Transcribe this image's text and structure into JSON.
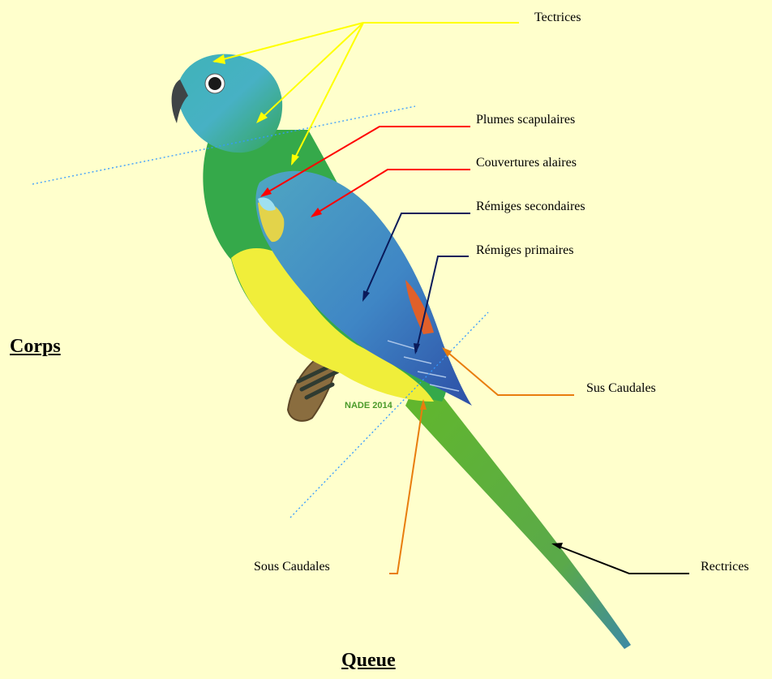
{
  "labels": {
    "tectrices": "Tectrices",
    "scapulaires": "Plumes scapulaires",
    "couvertures": "Couvertures alaires",
    "secondaires": "Rémiges secondaires",
    "primaires": "Rémiges primaires",
    "sus_caudales": "Sus Caudales",
    "sous_caudales": "Sous Caudales",
    "rectrices": "Rectrices"
  },
  "sections": {
    "corps": "Corps",
    "queue": "Queue"
  },
  "watermark": "NADE 2014",
  "colors": {
    "background": "#ffffcc",
    "tectrices_lines": "#ffff00",
    "wing_cover_lines": "#ff0000",
    "remiges_lines": "#0a1a5a",
    "caudales_lines": "#e87d0d",
    "rectrices_line": "#000000",
    "divider_lines": "#3399ff",
    "watermark": "#4a9a2a"
  }
}
